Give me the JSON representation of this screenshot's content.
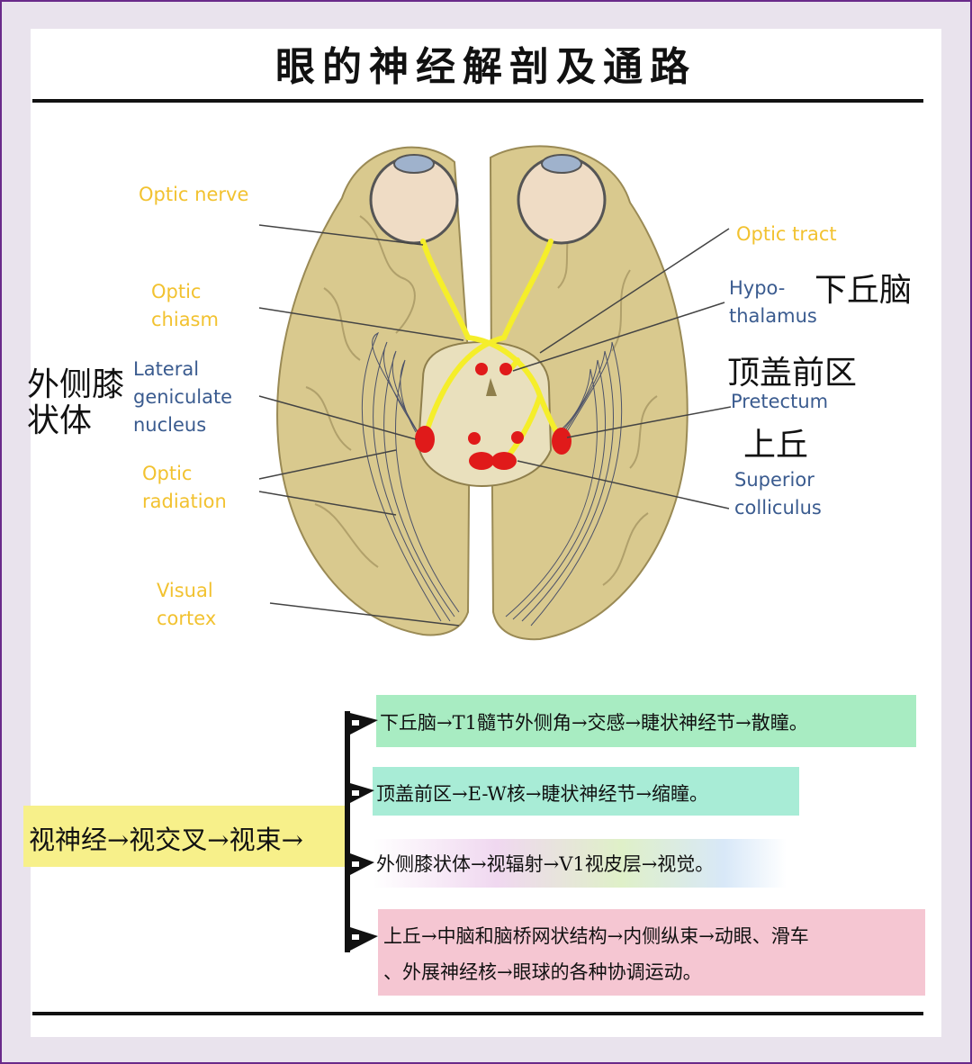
{
  "title": "眼的神经解剖及通路",
  "diagram": {
    "labels_left": {
      "optic_nerve": "Optic nerve",
      "optic_chiasm": "Optic\nchiasm",
      "lgn": "Lateral\ngeniculate\nnucleus",
      "optic_radiation": "Optic\nradiation",
      "visual_cortex": "Visual\ncortex"
    },
    "labels_right": {
      "optic_tract": "Optic tract",
      "hypothalamus": "Hypo-\nthalamus",
      "pretectum": "Pretectum",
      "superior_colliculus": "Superior\ncolliculus"
    },
    "chinese": {
      "lgn": "外侧膝\n 状体",
      "hypothalamus": "下丘脑",
      "pretectum": "顶盖前区",
      "superior_colliculus": "上丘"
    }
  },
  "pathway": {
    "root": "视神经→视交叉→视束→",
    "branches": [
      "下丘脑→T1髓节外侧角→交感→睫状神经节→散瞳。",
      "顶盖前区→E-W核→睫状神经节→缩瞳。",
      "外侧膝状体→视辐射→V1视皮层→视觉。",
      "上丘→中脑和脑桥网状结构→内侧纵束→动眼、滑车\n      、外展神经核→眼球的各种协调运动。"
    ]
  },
  "colors": {
    "frame": "#6a2a8a",
    "label_yellow": "#f2c230",
    "label_blue": "#3a5b8f",
    "brain": "#d9c98e",
    "nuclei": "#e01a1a",
    "optic_path": "#f5ee2a",
    "root_box": "#f7f08a",
    "branch1": "#a8ecc2",
    "branch2": "#a8ecd6",
    "branch4": "#f5c6d2"
  }
}
